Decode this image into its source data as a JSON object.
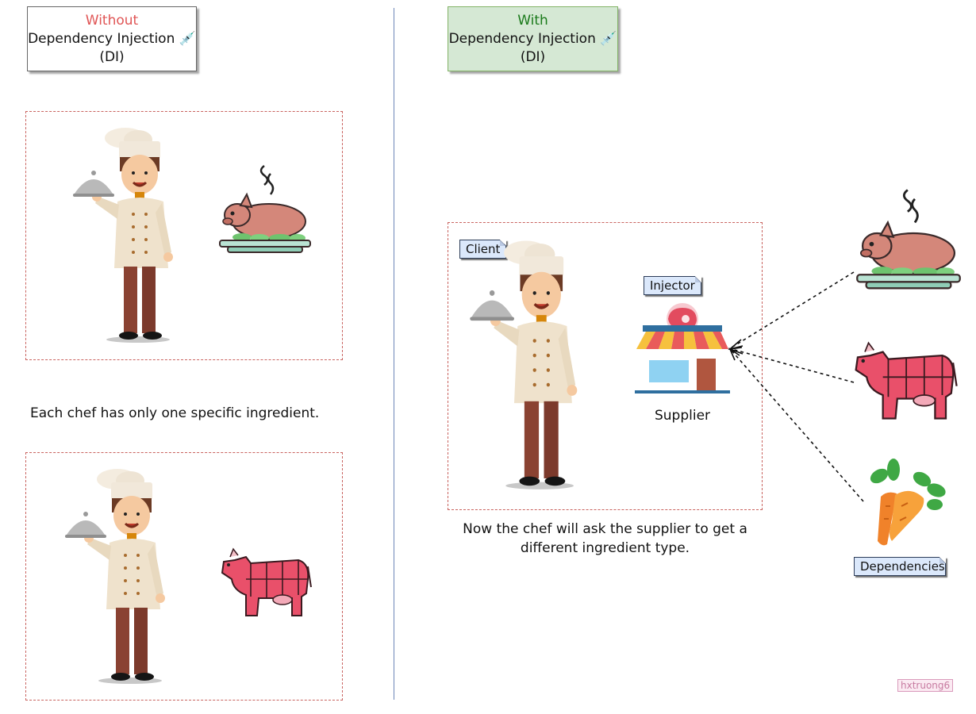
{
  "left_panel": {
    "title_highlight": "Without",
    "title_line2": "Dependency Injection 💉",
    "title_line3": "(DI)",
    "title_highlight_color": "#e05555",
    "title_border_color": "#666666",
    "caption": "Each chef has only one specific ingredient."
  },
  "right_panel": {
    "title_highlight": "With",
    "title_line2": "Dependency Injection 💉",
    "title_line3": "(DI)",
    "title_highlight_color": "#1a7a1a",
    "title_bg_color": "#d5e8d4",
    "title_border_color": "#82b366",
    "client_label": "Client",
    "injector_label": "Injector",
    "supplier_label": "Supplier",
    "dependencies_label": "Dependencies",
    "caption_line1": "Now the chef will ask the supplier to get a",
    "caption_line2": "different ingredient type."
  },
  "watermark": "hxtruong6",
  "icons": [
    "chef-icon",
    "roast-pig-icon",
    "cow-icon",
    "carrot-icon",
    "store-icon"
  ]
}
